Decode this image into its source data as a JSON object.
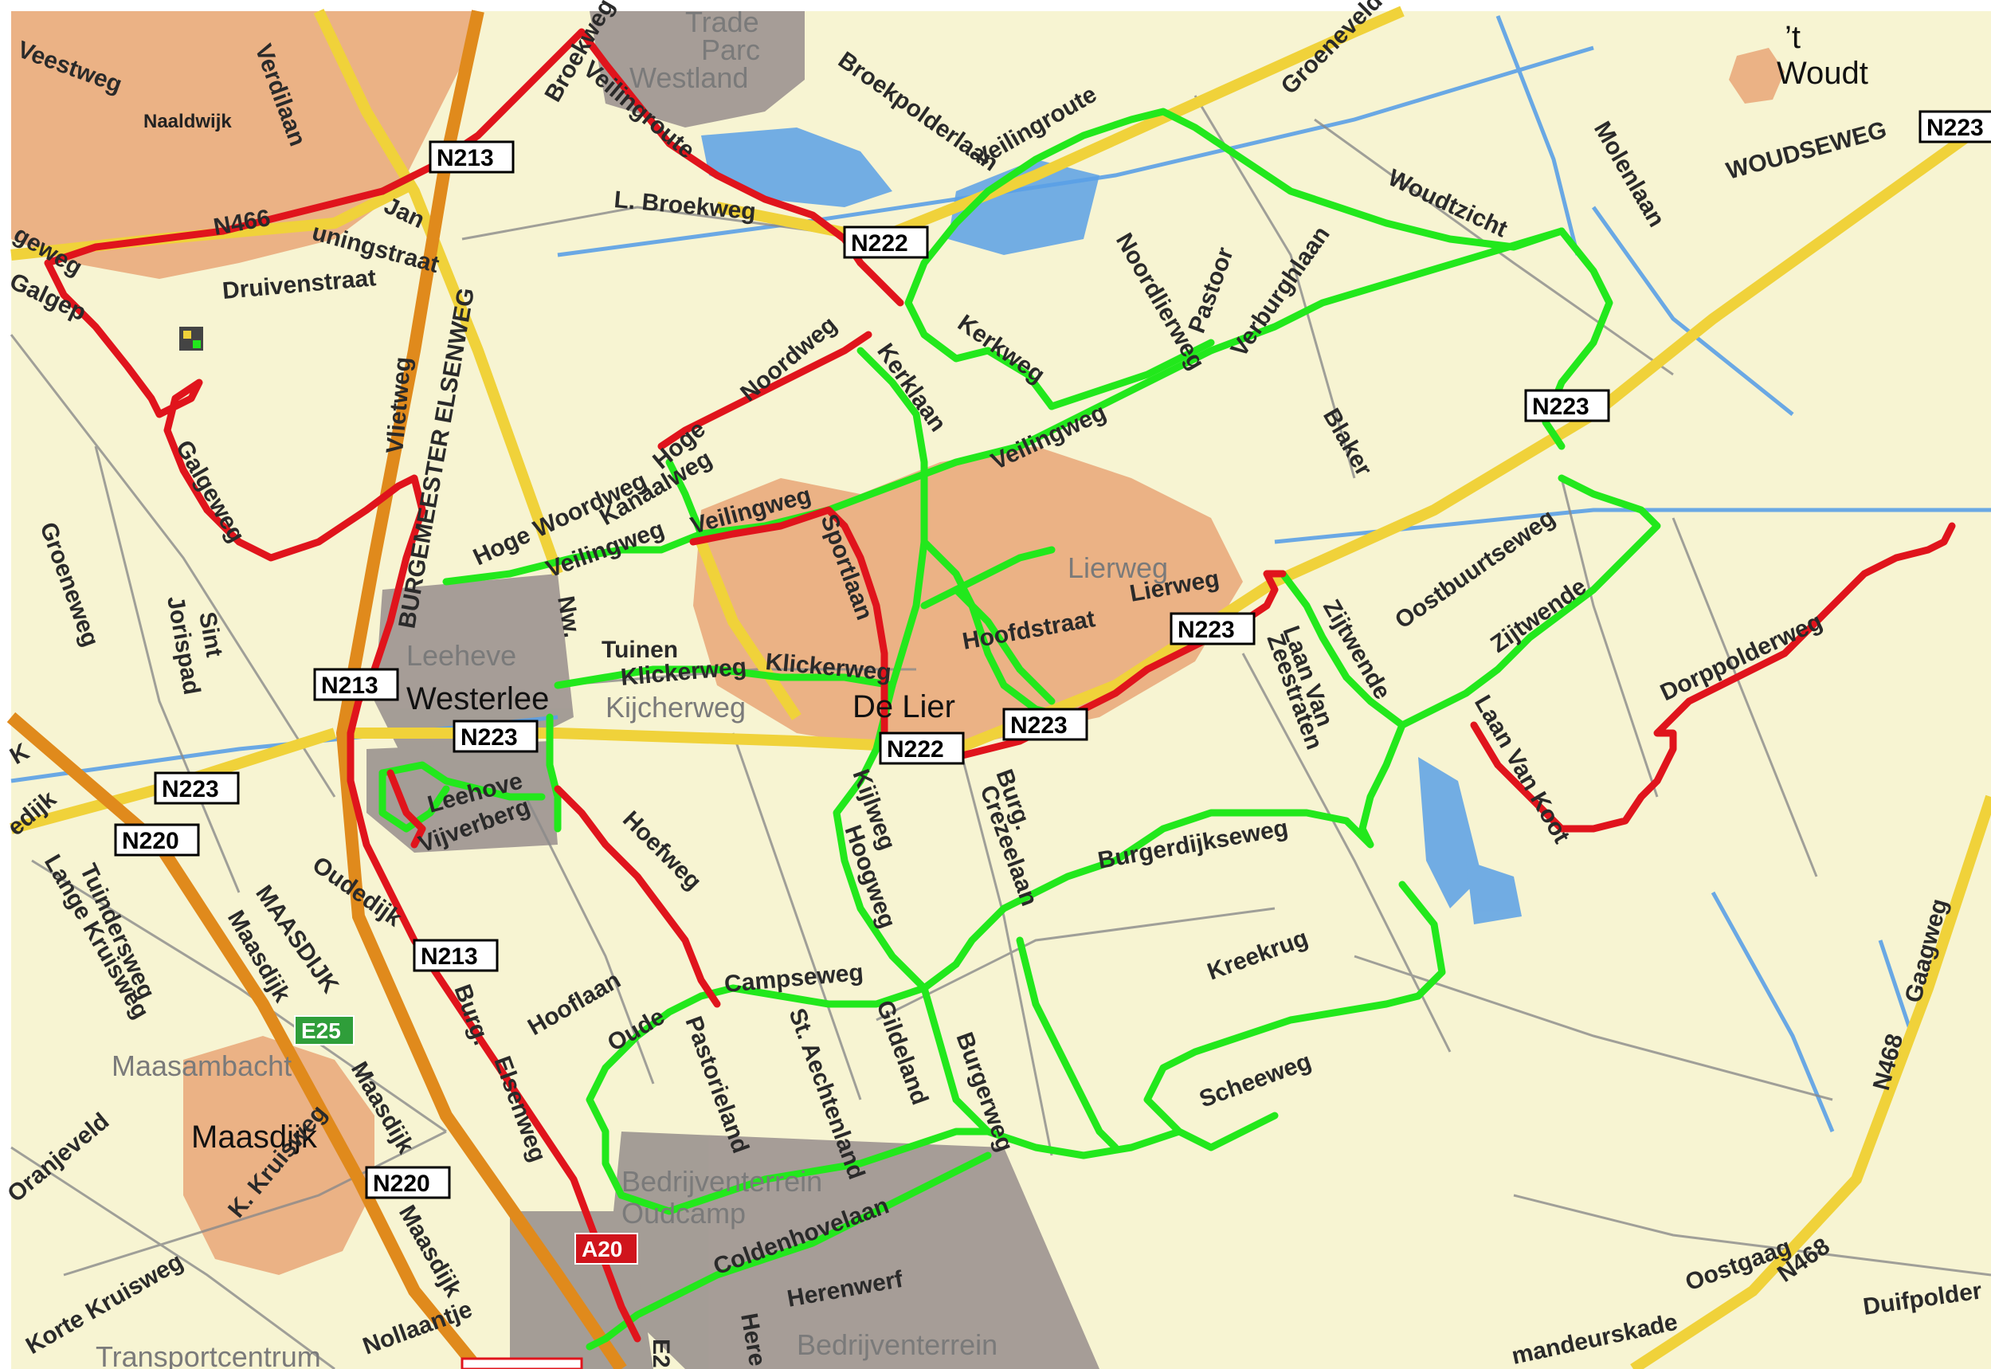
{
  "map": {
    "colors": {
      "land": "#f7f4d2",
      "urban": "#e9ab7c",
      "industrial": "#9c9490",
      "water": "#5aa0e6",
      "motorway": "#e08a1c",
      "major_road": "#f0d23a",
      "minor_road": "#8a8a8a",
      "route_green": "#22e81c",
      "route_red": "#e0141c"
    },
    "places": [
      {
        "id": "naaldwijk",
        "text": "Naaldwijk"
      },
      {
        "id": "westerlee",
        "text": "Westerlee"
      },
      {
        "id": "de-lier",
        "text": "De Lier"
      },
      {
        "id": "maasdijk",
        "text": "Maasdijk"
      },
      {
        "id": "t-woudt-1",
        "text": "’t"
      },
      {
        "id": "t-woudt-2",
        "text": "Woudt"
      }
    ],
    "gray_places": [
      {
        "id": "trade-parc-1",
        "text": "Trade"
      },
      {
        "id": "trade-parc-2",
        "text": "Parc"
      },
      {
        "id": "trade-parc-3",
        "text": "Westland"
      },
      {
        "id": "leeheve",
        "text": "Leeheve"
      },
      {
        "id": "maasambacht",
        "text": "Maasambacht"
      },
      {
        "id": "bedrijventerrein-1",
        "text": "Bedrijventerrein"
      },
      {
        "id": "bedrijventerrein-2",
        "text": "Oudcamp"
      },
      {
        "id": "bedrijventerrein-3",
        "text": "Bedrijventerrein"
      },
      {
        "id": "transportcentrum",
        "text": "Transportcentrum"
      },
      {
        "id": "lierweg-gray",
        "text": "Lierweg"
      },
      {
        "id": "kijcherweg-gray",
        "text": "Kijcherweg"
      }
    ],
    "streets": [
      {
        "id": "veenstweg",
        "text": "Veestweg"
      },
      {
        "id": "verdilaan",
        "text": "Verdilaan"
      },
      {
        "id": "n466-label",
        "text": "N466"
      },
      {
        "id": "jan",
        "text": "Jan"
      },
      {
        "id": "uningstraat",
        "text": "uningstraat"
      },
      {
        "id": "druivenstraat",
        "text": "Druivenstraat"
      },
      {
        "id": "galgeweg-top",
        "text": "Galgep"
      },
      {
        "id": "galgeweg",
        "text": "Galgeweg"
      },
      {
        "id": "vlietweg",
        "text": "Vlietweg"
      },
      {
        "id": "burgemeester-elsenweg",
        "text": "BURGEMEESTER ELSENWEG"
      },
      {
        "id": "broekweg-1",
        "text": "Broekweg"
      },
      {
        "id": "veilingroute-1",
        "text": "Veilingroute"
      },
      {
        "id": "l-broekweg",
        "text": "L. Broekweg"
      },
      {
        "id": "broekpolderlaan",
        "text": "Broekpolderlaan"
      },
      {
        "id": "veilingroute-2",
        "text": "Veilingroute"
      },
      {
        "id": "groeneveld",
        "text": "Groeneveld"
      },
      {
        "id": "woudtzicht",
        "text": "Woudtzicht"
      },
      {
        "id": "molenlaan",
        "text": "Molenlaan"
      },
      {
        "id": "woudseweg",
        "text": "WOUDSEWEG"
      },
      {
        "id": "noordlierweg",
        "text": "Noordlierweg"
      },
      {
        "id": "pastoor",
        "text": "Pastoor"
      },
      {
        "id": "verburghlaan",
        "text": "Verburghlaan"
      },
      {
        "id": "blaker",
        "text": "Blaker"
      },
      {
        "id": "kerkweg",
        "text": "Kerkweg"
      },
      {
        "id": "kerklaan",
        "text": "Kerklaan"
      },
      {
        "id": "veilingweg",
        "text": "Veilingweg"
      },
      {
        "id": "hoge-noordweg",
        "text": "Hoge"
      },
      {
        "id": "noordweg",
        "text": "Noordweg"
      },
      {
        "id": "kanaalweg",
        "text": "Kanaalweg"
      },
      {
        "id": "hoge-woordweg",
        "text": "Hoge Woordweg"
      },
      {
        "id": "veilingweg-2",
        "text": "Veilingweg"
      },
      {
        "id": "veilingweg-3",
        "text": "Veilingweg"
      },
      {
        "id": "sportlaan",
        "text": "Sportlaan"
      },
      {
        "id": "lierweg",
        "text": "Lierweg"
      },
      {
        "id": "hoofdstraat",
        "text": "Hoofdstraat"
      },
      {
        "id": "tuinen",
        "text": "Tuinen"
      },
      {
        "id": "nw",
        "text": "Nw."
      },
      {
        "id": "kijckerweg",
        "text": "Klickerweg"
      },
      {
        "id": "kijckerweg-2",
        "text": "Klickerweg"
      },
      {
        "id": "oostbuurtseweg",
        "text": "Oostbuurtseweg"
      },
      {
        "id": "zijtwende",
        "text": "Zijtwende"
      },
      {
        "id": "zijtwende-2",
        "text": "Zijtwende"
      },
      {
        "id": "laan-van-zeestraten-1",
        "text": "Laan Van"
      },
      {
        "id": "laan-van-zeestraten-2",
        "text": "Zeestraten"
      },
      {
        "id": "dorppolderweg",
        "text": "Dorppolderweg"
      },
      {
        "id": "laan-van-koot",
        "text": "Laan Van Koot"
      },
      {
        "id": "sint-jorispad-1",
        "text": "Sint"
      },
      {
        "id": "sint-jorispad-2",
        "text": "Jorispad"
      },
      {
        "id": "groeneweg",
        "text": "Groeneweg"
      },
      {
        "id": "vijverberg",
        "text": "Vijverberg"
      },
      {
        "id": "leehove",
        "text": "Leehove"
      },
      {
        "id": "hoefweg",
        "text": "Hoefweg"
      },
      {
        "id": "kijlweg",
        "text": "Kijlweg"
      },
      {
        "id": "hoogweg",
        "text": "Hoogweg"
      },
      {
        "id": "burg-crezeelaan-1",
        "text": "Burg."
      },
      {
        "id": "burg-crezeelaan-2",
        "text": "Crezeelaan"
      },
      {
        "id": "burgerdijkseweg",
        "text": "Burgerdijkseweg"
      },
      {
        "id": "kreekrug",
        "text": "Kreekrug"
      },
      {
        "id": "scheeweg",
        "text": "Scheeweg"
      },
      {
        "id": "campseweg",
        "text": "Campseweg"
      },
      {
        "id": "hooflaan",
        "text": "Hooflaan"
      },
      {
        "id": "oude-pastorieland-1",
        "text": "Oude"
      },
      {
        "id": "oude-pastorieland-2",
        "text": "Pastorieland"
      },
      {
        "id": "st-aechtenland",
        "text": "St. Aechtenland"
      },
      {
        "id": "gildeland",
        "text": "Gildeland"
      },
      {
        "id": "burgerweg",
        "text": "Burgerweg"
      },
      {
        "id": "coldenhovelaan",
        "text": "Coldenhovelaan"
      },
      {
        "id": "herenwerf",
        "text": "Herenwerf"
      },
      {
        "id": "here",
        "text": "Here"
      },
      {
        "id": "burg-elsenweg-1",
        "text": "Burg."
      },
      {
        "id": "burg-elsenweg-2",
        "text": "Elsenweg"
      },
      {
        "id": "oudedijk",
        "text": "Oudedijk"
      },
      {
        "id": "maasdijk-road",
        "text": "MAASDIJK"
      },
      {
        "id": "maasdijk-road-2",
        "text": "Maasdijk"
      },
      {
        "id": "maasdijk-road-3",
        "text": "Maasdijk"
      },
      {
        "id": "maasdijk-road-4",
        "text": "Maasdijk"
      },
      {
        "id": "tuindersweg",
        "text": "Tuindersweg"
      },
      {
        "id": "lange-kruisweg",
        "text": "Lange Kruisweg"
      },
      {
        "id": "oranjeveld",
        "text": "Oranjeveld"
      },
      {
        "id": "k-kruisweg",
        "text": "K. Kruisweg"
      },
      {
        "id": "korte-kruisweg",
        "text": "Korte Kruisweg"
      },
      {
        "id": "nollaantje",
        "text": "Nollaantje"
      },
      {
        "id": "gaagweg",
        "text": "Gaagweg"
      },
      {
        "id": "n468-road",
        "text": "N468"
      },
      {
        "id": "n468-road-2",
        "text": "N468"
      },
      {
        "id": "oostgaag",
        "text": "Oostgaag"
      },
      {
        "id": "duifpolder",
        "text": "Duifpolder"
      },
      {
        "id": "mandeurskade",
        "text": "mandeurskade"
      },
      {
        "id": "edijk",
        "text": "edijk"
      },
      {
        "id": "k-left",
        "text": "K"
      },
      {
        "id": "ageweg",
        "text": "geweg"
      },
      {
        "id": "e2-road",
        "text": "E2"
      }
    ],
    "shields": [
      {
        "id": "n213-a",
        "text": "N213"
      },
      {
        "id": "n222",
        "text": "N222"
      },
      {
        "id": "n223-a",
        "text": "N223"
      },
      {
        "id": "n223-b",
        "text": "N223"
      },
      {
        "id": "n223-c",
        "text": "N223"
      },
      {
        "id": "n223-d",
        "text": "N223"
      },
      {
        "id": "n223-e",
        "text": "N223"
      },
      {
        "id": "n223-f",
        "text": "N223"
      },
      {
        "id": "n213-b",
        "text": "N213"
      },
      {
        "id": "n213-c",
        "text": "N213"
      },
      {
        "id": "n220-a",
        "text": "N220"
      },
      {
        "id": "n220-b",
        "text": "N220"
      },
      {
        "id": "n222-b",
        "text": "N222"
      }
    ],
    "green_shields": [
      {
        "id": "e25",
        "text": "E25"
      }
    ],
    "red_shields": [
      {
        "id": "a20",
        "text": "A20"
      }
    ]
  }
}
